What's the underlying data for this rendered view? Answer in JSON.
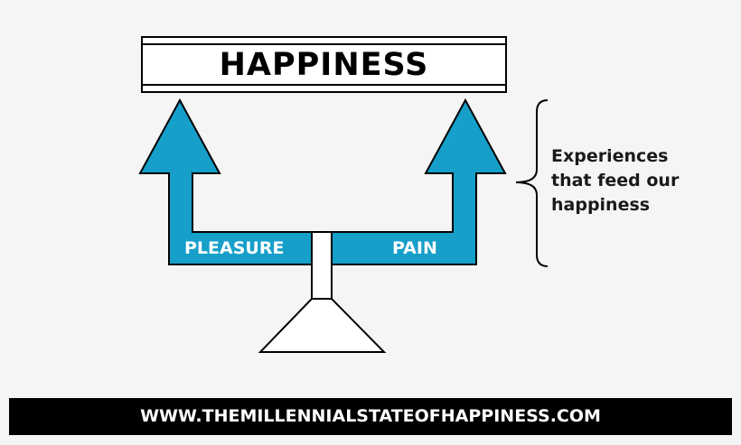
{
  "header": {
    "title": "HAPPINESS"
  },
  "arms": {
    "left_label": "PLEASURE",
    "right_label": "PAIN"
  },
  "side_note": {
    "lines": [
      "Experiences",
      "that feed our",
      "happiness"
    ]
  },
  "footer": {
    "url": "WWW.THEMILLENNIALSTATEOFHAPPINESS.COM"
  },
  "colors": {
    "arrow_fill": "#159fc9",
    "background": "#f5f5f5",
    "outline": "#000000",
    "footer_bg": "#000000",
    "footer_text": "#ffffff"
  },
  "icons": {
    "left_arrow": "up-arrow-icon",
    "right_arrow": "up-arrow-icon",
    "bracket": "curly-brace-icon",
    "fulcrum": "triangle-fulcrum-icon"
  }
}
